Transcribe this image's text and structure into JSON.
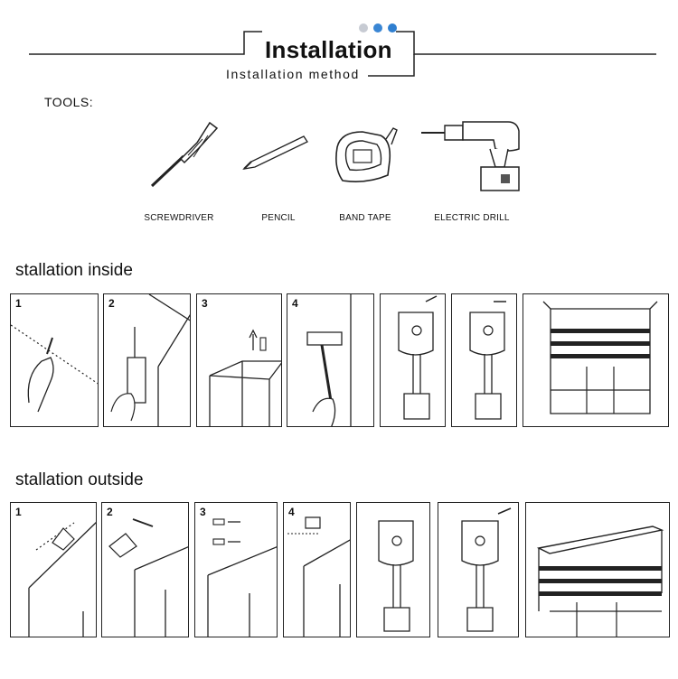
{
  "header": {
    "title": "Installation",
    "subtitle": "Installation method",
    "dot_colors": [
      "#c7cbd3",
      "#3a86d4",
      "#2f7fd0"
    ]
  },
  "tools": {
    "label": "TOOLS:",
    "items": [
      {
        "name": "screwdriver",
        "label": "SCREWDRIVER"
      },
      {
        "name": "pencil",
        "label": "PENCIL"
      },
      {
        "name": "band-tape",
        "label": "BAND TAPE"
      },
      {
        "name": "electric-drill",
        "label": "ELECTRIC DRILL"
      }
    ]
  },
  "inside": {
    "heading": "stallation inside",
    "steps": [
      "1",
      "2",
      "3",
      "4"
    ]
  },
  "outside": {
    "heading": "stallation outside",
    "steps": [
      "1",
      "2",
      "3",
      "4"
    ]
  }
}
